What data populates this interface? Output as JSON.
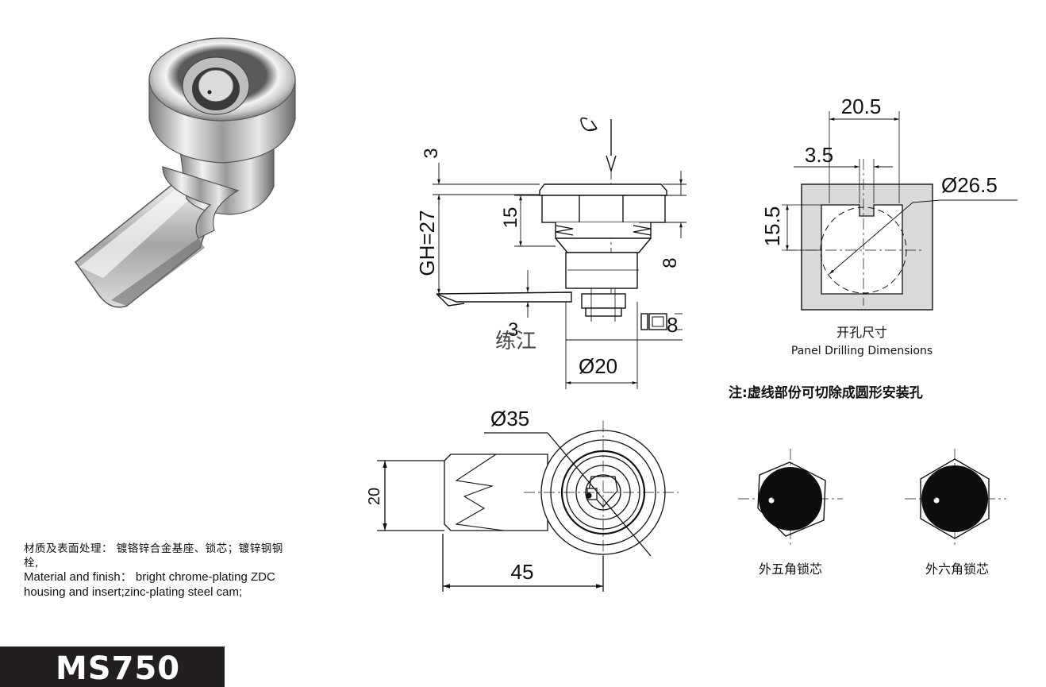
{
  "model": "MS750",
  "material": {
    "cn_line1": "材质及表面处理： 镀铬锌合金基座、锁芯；镀锌钢钢",
    "cn_line2": "栓,",
    "en_line1": "Material and finish： bright chrome-plating  ZDC",
    "en_line2": "housing and insert;zinc-plating steel cam;"
  },
  "side_view": {
    "dim_top": "3",
    "dim_gh": "GH=27",
    "dim_15": "15",
    "dim_8_right": "8",
    "dim_3_bottom": "3",
    "dim_8_cam": "8",
    "dim_dia20": "Ø20",
    "watermark": "练江"
  },
  "panel": {
    "dim_width": "20.5",
    "dim_slot": "3.5",
    "dim_height": "15.5",
    "dim_diameter": "Ø26.5",
    "title_cn": "开孔尺寸",
    "title_en": "Panel Drilling Dimensions",
    "note": "注:虚线部份可切除成圆形安装孔"
  },
  "front_view": {
    "dim_dia35": "Ø35",
    "dim_20": "20",
    "dim_45": "45"
  },
  "cores": {
    "pentagon_label": "外五角锁芯",
    "hexagon_label": "外六角锁芯"
  }
}
